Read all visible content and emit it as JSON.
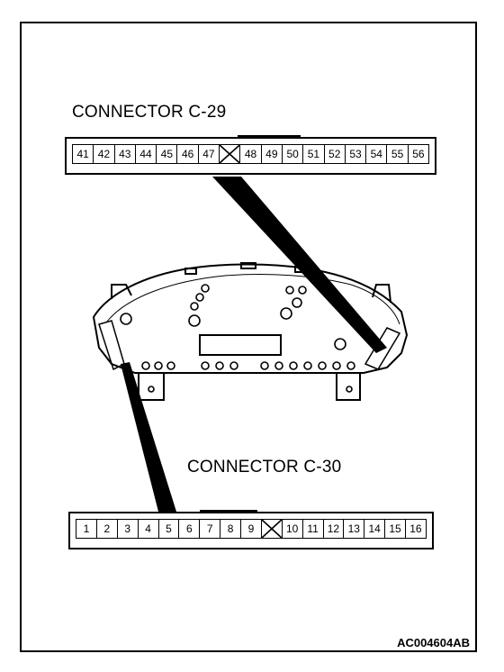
{
  "connector_c29": {
    "title": "CONNECTOR C-29",
    "pins": [
      "41",
      "42",
      "43",
      "44",
      "45",
      "46",
      "47",
      "",
      "48",
      "49",
      "50",
      "51",
      "52",
      "53",
      "54",
      "55",
      "56"
    ]
  },
  "connector_c30": {
    "title": "CONNECTOR C-30",
    "pins": [
      "1",
      "2",
      "3",
      "4",
      "5",
      "6",
      "7",
      "8",
      "9",
      "",
      "10",
      "11",
      "12",
      "13",
      "14",
      "15",
      "16"
    ]
  },
  "figure_id": "AC004604AB"
}
